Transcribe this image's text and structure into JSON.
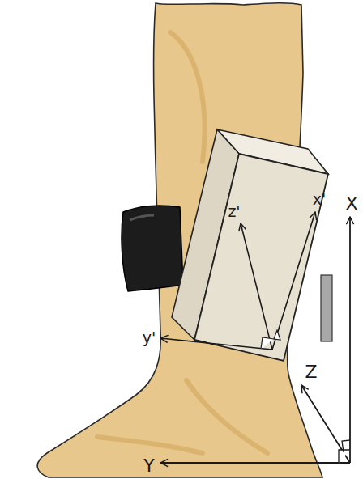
{
  "diagram": {
    "labels": [
      "x'",
      "X",
      "z'",
      "y'",
      "Z",
      "Y"
    ]
  }
}
